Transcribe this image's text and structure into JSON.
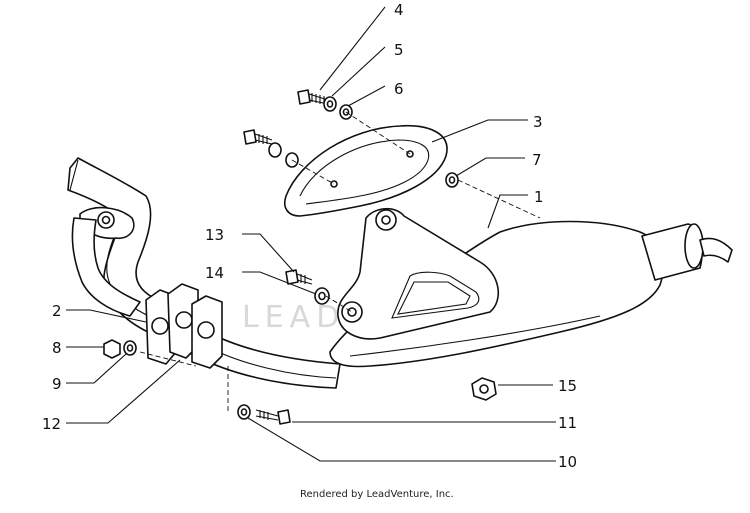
{
  "callouts": [
    {
      "number": "1",
      "part": "muffler"
    },
    {
      "number": "2",
      "part": "exhaust-pipe"
    },
    {
      "number": "3",
      "part": "heat-shield"
    },
    {
      "number": "4",
      "part": "screw"
    },
    {
      "number": "5",
      "part": "washer"
    },
    {
      "number": "6",
      "part": "spacer"
    },
    {
      "number": "7",
      "part": "nut"
    },
    {
      "number": "8",
      "part": "nut"
    },
    {
      "number": "9",
      "part": "washer"
    },
    {
      "number": "10",
      "part": "washer"
    },
    {
      "number": "11",
      "part": "screw"
    },
    {
      "number": "12",
      "part": "gasket"
    },
    {
      "number": "13",
      "part": "screw"
    },
    {
      "number": "14",
      "part": "washer"
    },
    {
      "number": "15",
      "part": "nut"
    }
  ],
  "watermark": "LEADVENTURE",
  "credit": "Rendered by LeadVenture, Inc.",
  "colors": {
    "line": "#111111",
    "background": "#ffffff",
    "watermark": "#d8d8d8"
  }
}
